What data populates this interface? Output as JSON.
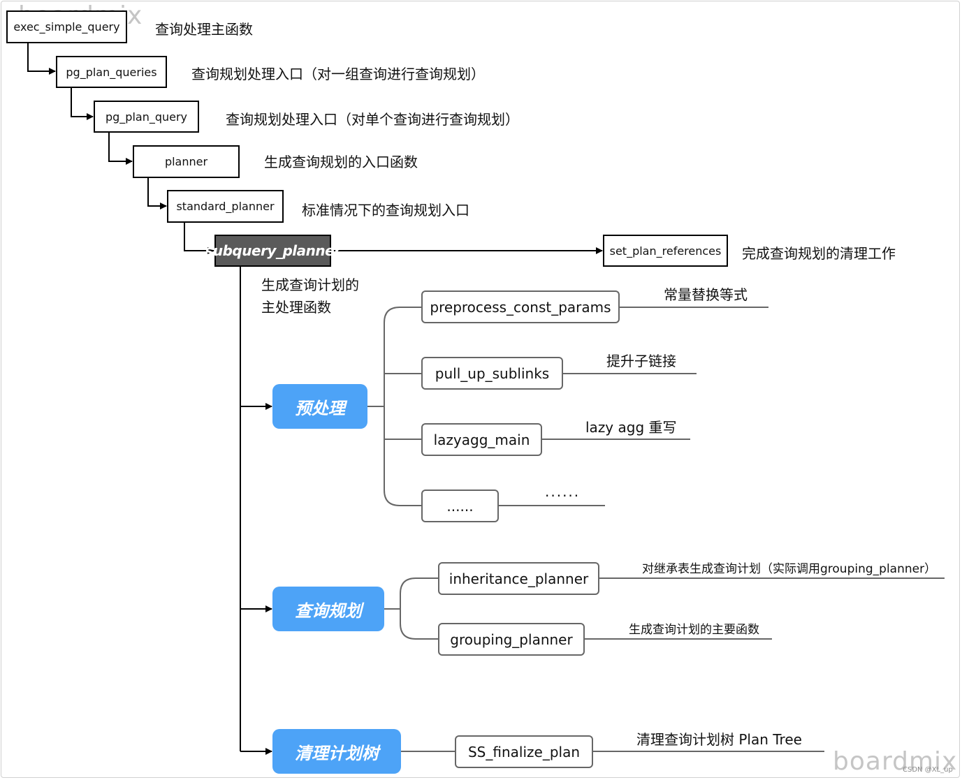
{
  "watermarks": {
    "top": "boardmix",
    "bottom": "boardmix",
    "credit": "CSDN @XL_up"
  },
  "nodes": {
    "exec_simple_query": "exec_simple_query",
    "pg_plan_queries": "pg_plan_queries",
    "pg_plan_query": "pg_plan_query",
    "planner": "planner",
    "standard_planner": "standard_planner",
    "subquery_planner": "subquery_planner",
    "set_plan_references": "set_plan_references",
    "preprocess": "预处理",
    "planning": "查询规划",
    "cleanup": "清理计划树",
    "preprocess_const_params": "preprocess_const_params",
    "pull_up_sublinks": "pull_up_sublinks",
    "lazyagg_main": "lazyagg_main",
    "ellipsis_box": "......",
    "inheritance_planner": "inheritance_planner",
    "grouping_planner": "grouping_planner",
    "ss_finalize_plan": "SS_finalize_plan"
  },
  "descriptions": {
    "exec_simple_query": "查询处理主函数",
    "pg_plan_queries": "查询规划处理入口（对一组查询进行查询规划）",
    "pg_plan_query": "查询规划处理入口（对单个查询进行查询规划）",
    "planner": "生成查询规划的入口函数",
    "standard_planner": "标准情况下的查询规划入口",
    "set_plan_references": "完成查询规划的清理工作",
    "subquery_planner_line1": "生成查询计划的",
    "subquery_planner_line2": "主处理函数",
    "preprocess_const_params": "常量替换等式",
    "pull_up_sublinks": "提升子链接",
    "lazyagg_main": "lazy agg 重写",
    "ellipsis": "......",
    "inheritance_planner": "对继承表生成查询计划（实际调用grouping_planner）",
    "grouping_planner": "生成查询计划的主要函数",
    "ss_finalize_plan": "清理查询计划树 Plan Tree"
  },
  "colors": {
    "accent_blue": "#4da3f7",
    "dark_node": "#5a5a5a",
    "line_black": "#000000",
    "line_gray": "#666666"
  }
}
